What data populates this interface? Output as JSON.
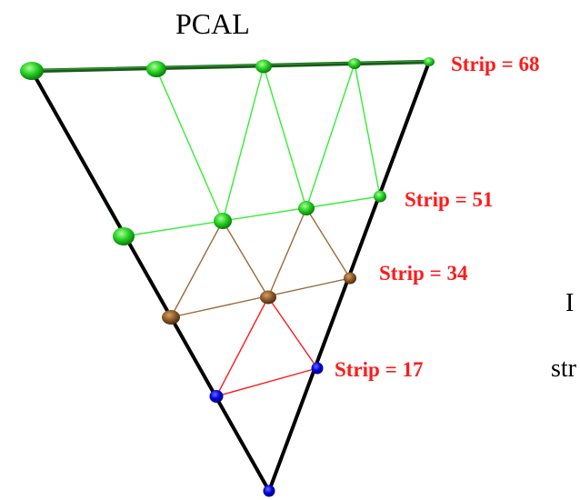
{
  "title": "PCAL",
  "strip_labels": {
    "s68": "Strip = 68",
    "s51": "Strip = 51",
    "s34": "Strip = 34",
    "s17": "Strip = 17"
  },
  "cutoff_text": {
    "line1": "I",
    "line2": "str"
  },
  "colors": {
    "outline": "#000000",
    "green": "#22dd22",
    "brown": "#9a6a3a",
    "red": "#ff1a1a",
    "blue": "#0000ee",
    "label": "#ff1a1a"
  }
}
